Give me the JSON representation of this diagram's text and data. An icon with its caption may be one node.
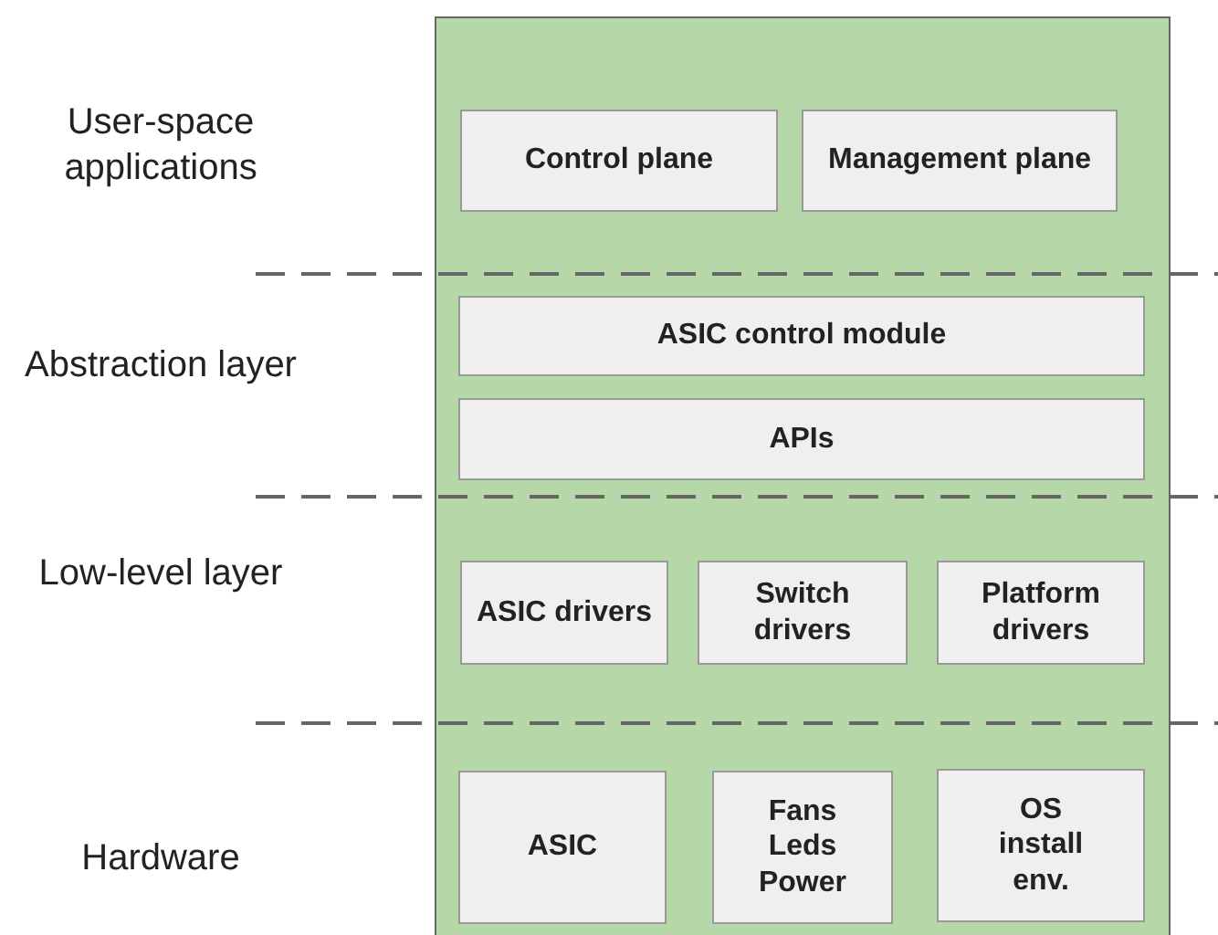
{
  "diagram": {
    "nodes": [
      {
        "text": [],
        "shape": "box"
      },
      {
        "text": [
          "Control plane"
        ],
        "in": 0
      },
      {
        "text": [
          "Management plane"
        ],
        "in": 0
      },
      {
        "text": [
          "ASIC control module"
        ],
        "in": 0
      },
      {
        "text": [
          "APIs"
        ],
        "in": 0
      },
      {
        "text": [
          "ASIC drivers"
        ],
        "in": 0
      },
      {
        "text": [
          "Switch drivers"
        ],
        "in": 0
      },
      {
        "text": [
          "Platform drivers"
        ],
        "in": 0
      },
      {
        "text": [
          "ASIC"
        ],
        "in": 0
      },
      {
        "text": [
          "Fans Leds Power"
        ],
        "in": 0
      },
      {
        "text": [
          "OS install env."
        ],
        "in": 0
      }
    ],
    "edges": [],
    "labels": [
      "User-space applications",
      "Abstraction layer",
      "Low-level layer",
      "Hardware"
    ]
  }
}
